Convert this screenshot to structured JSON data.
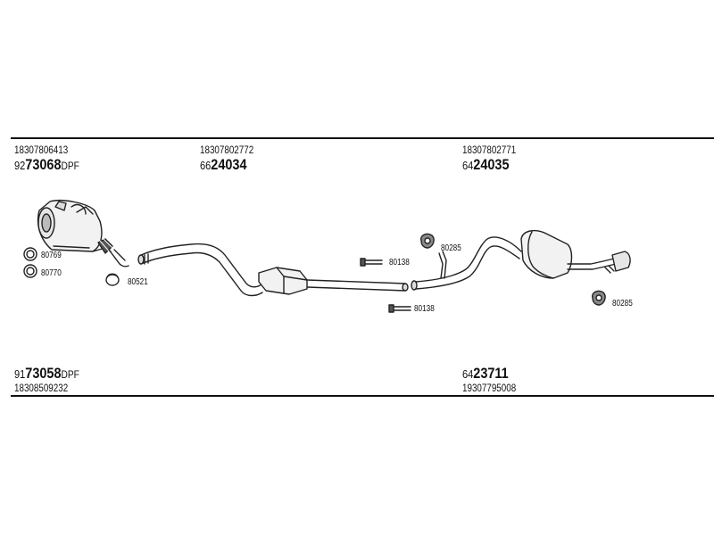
{
  "groups": [
    {
      "oe_number": "18307806413",
      "prefix": "92",
      "number": "73068",
      "suffix": "DPF"
    },
    {
      "oe_number": "18307802772",
      "prefix": "66",
      "number": "24034",
      "suffix": ""
    },
    {
      "oe_number": "18307802771",
      "prefix": "64",
      "number": "24035",
      "suffix": ""
    },
    {
      "oe_number": "18308509232",
      "prefix": "91",
      "number": "73058",
      "suffix": "DPF"
    },
    {
      "oe_number": "19307795008",
      "prefix": "64",
      "number": "23711",
      "suffix": ""
    }
  ],
  "parts": {
    "ring_1": "80769",
    "ring_2": "80770",
    "clamp_1": "80521",
    "hanger_top": "80138",
    "hanger_bottom": "80138",
    "rubber_top": "80285",
    "rubber_right": "80285"
  }
}
